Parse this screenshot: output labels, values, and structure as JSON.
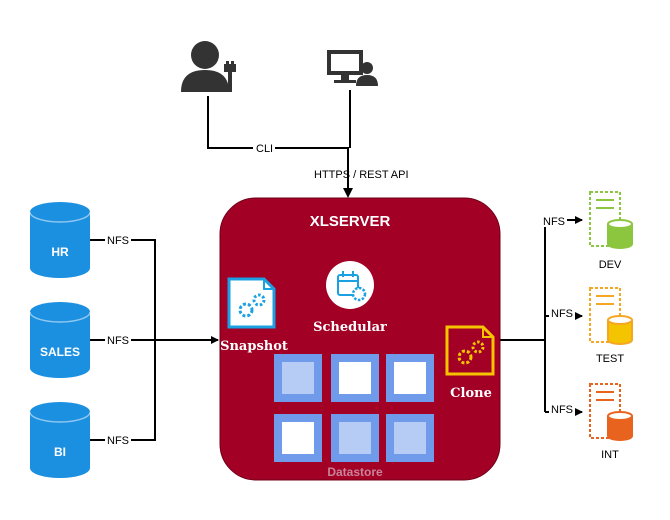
{
  "server": {
    "title": "XLSERVER",
    "datastore_label": "Datastore"
  },
  "components": {
    "snapshot": "Snapshot",
    "scheduler": "Schedular",
    "clone": "Clone"
  },
  "sources": [
    {
      "name": "HR",
      "link": "NFS"
    },
    {
      "name": "SALES",
      "link": "NFS"
    },
    {
      "name": "BI",
      "link": "NFS"
    }
  ],
  "targets": [
    {
      "name": "DEV",
      "link": "NFS",
      "color": "#8cc63f"
    },
    {
      "name": "TEST",
      "link": "NFS",
      "color": "#f5a623"
    },
    {
      "name": "INT",
      "link": "NFS",
      "color": "#e8641e"
    }
  ],
  "connections": {
    "admin": "CLI",
    "user": "HTTPS / REST API"
  },
  "colors": {
    "server": "#a20025",
    "database": "#1b8fe0",
    "snapshot_icon": "#1ba1e2",
    "clone_icon": "#f5c400",
    "tile": "#6f9bea"
  }
}
